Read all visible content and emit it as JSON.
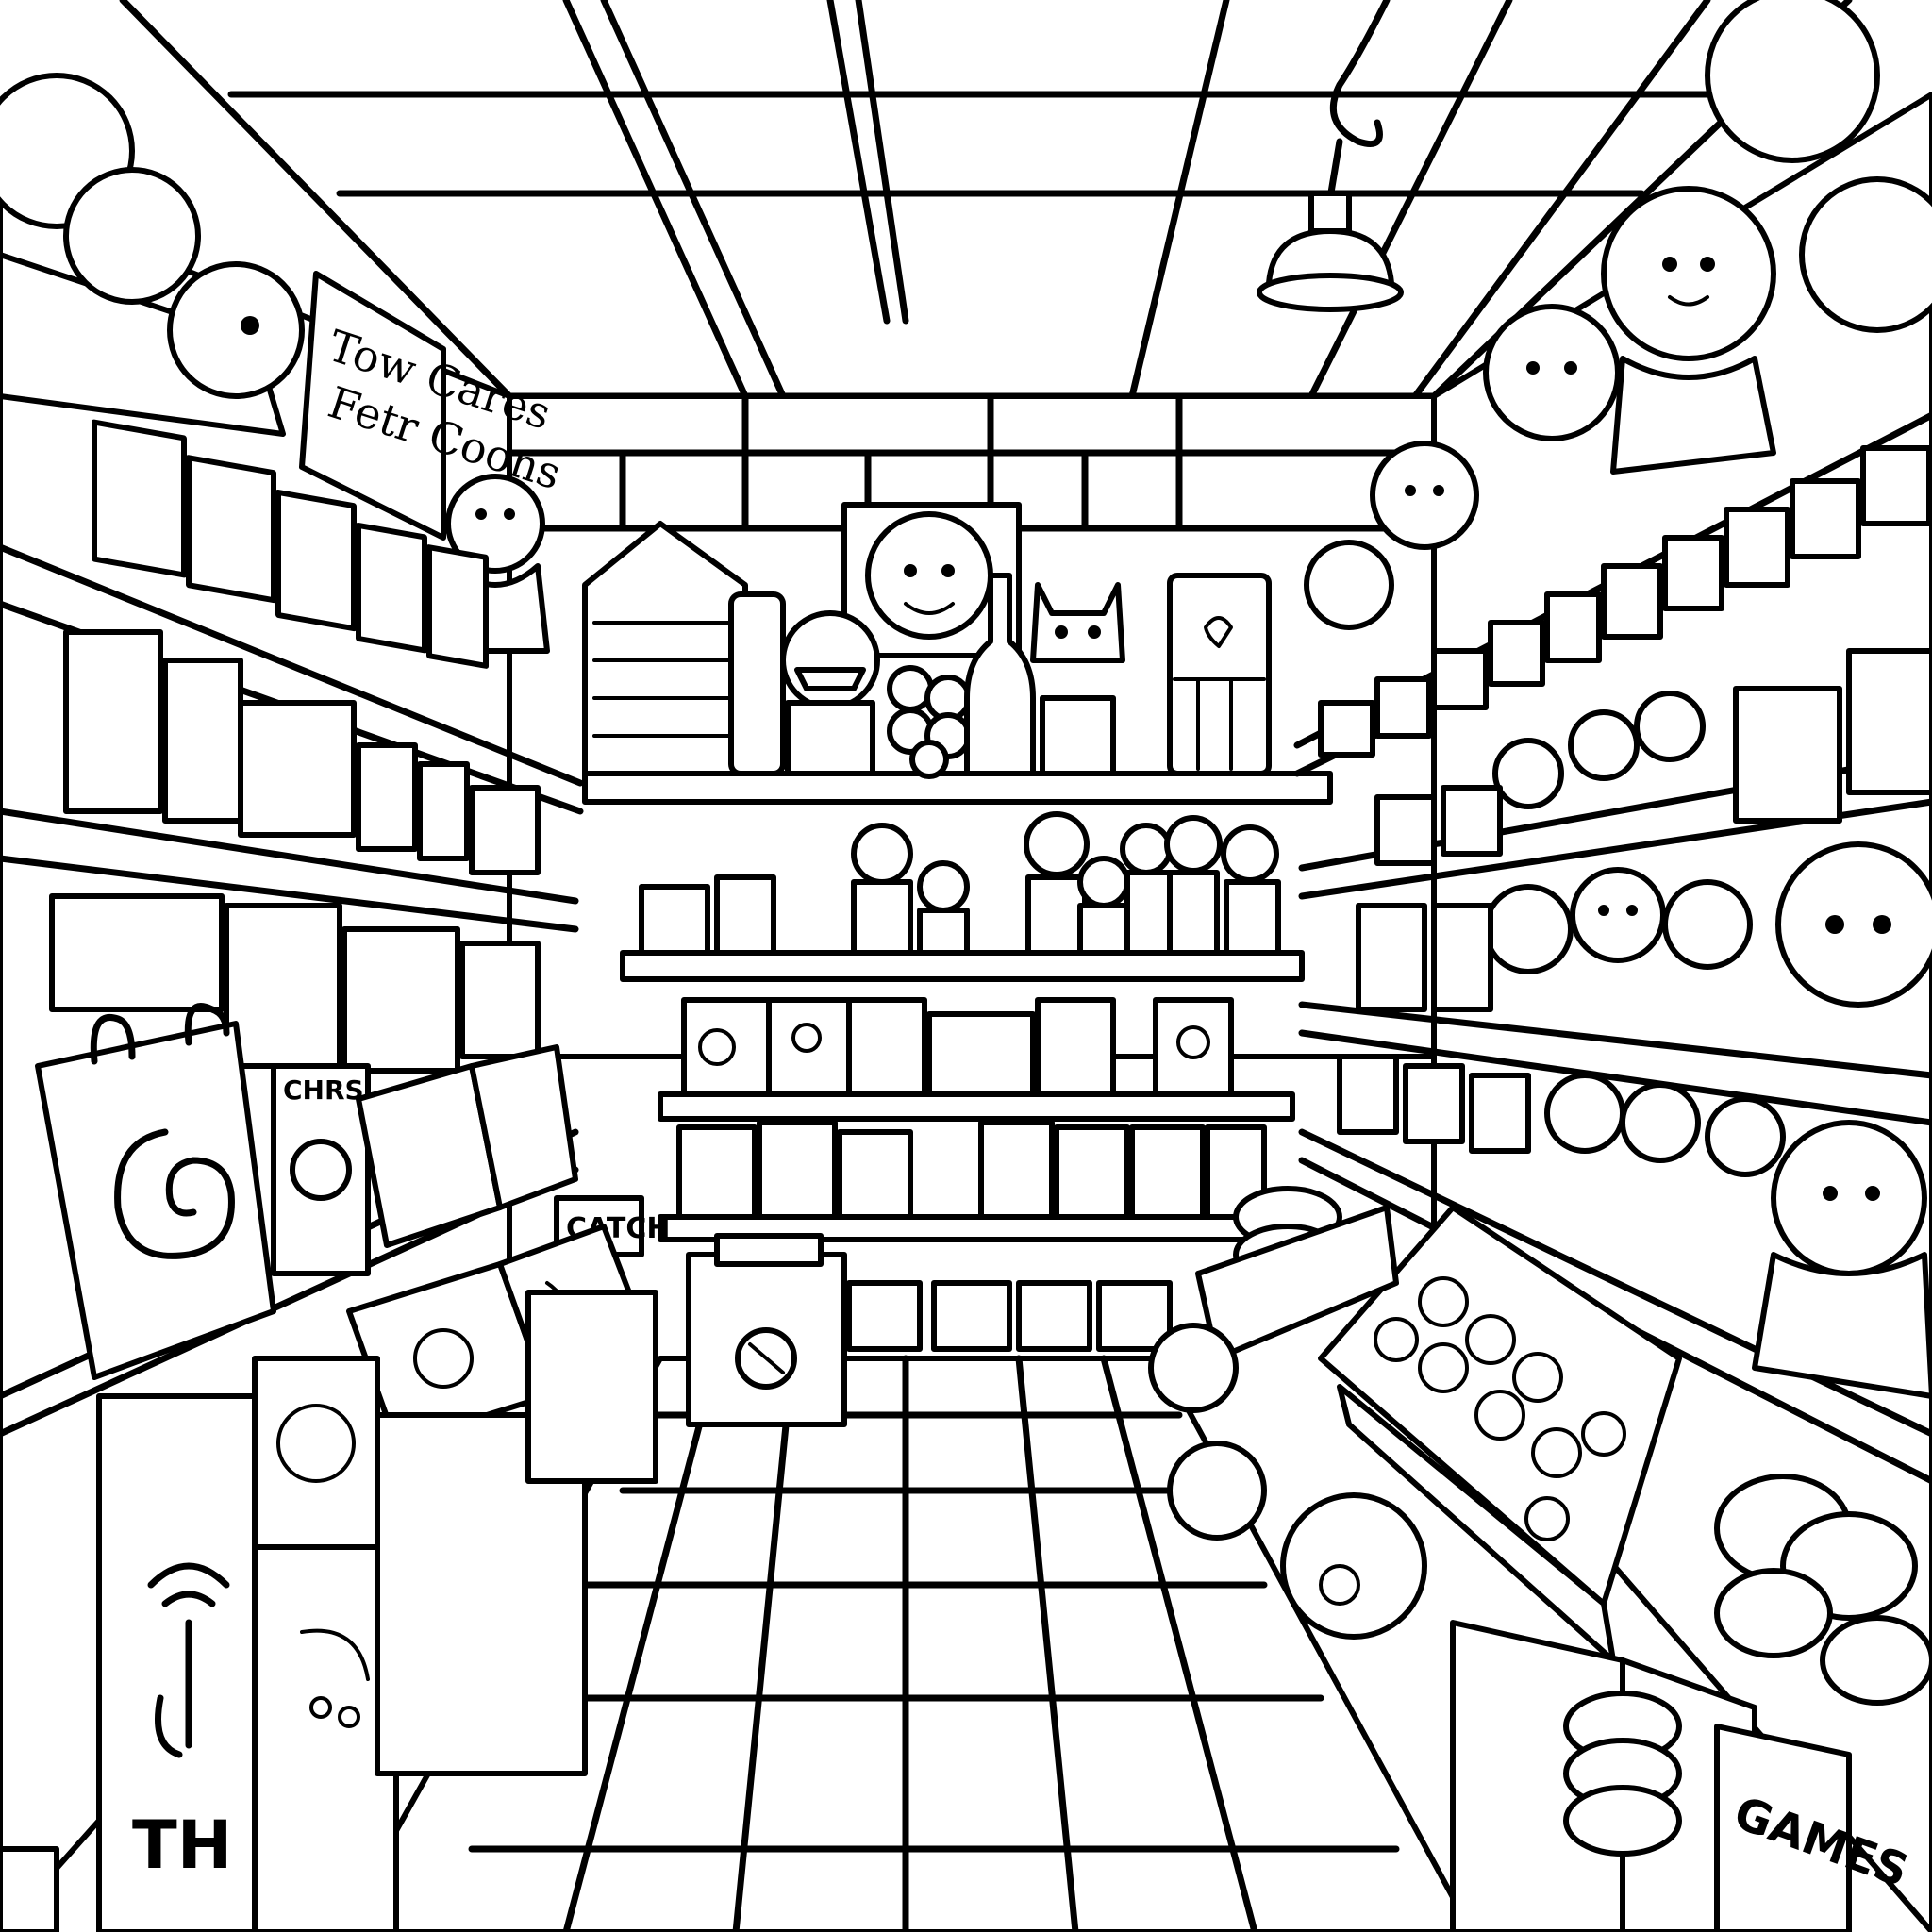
{
  "scene": {
    "palette": {
      "ink": "#000000",
      "paper": "#ffffff"
    },
    "sign": {
      "line1": "Tow Cares",
      "line2": "Fetr Coons"
    },
    "labels": {
      "catch_box": "CATCH",
      "games_box": "GAMES",
      "toys_box": "TH",
      "card_set": "CHRS"
    }
  }
}
